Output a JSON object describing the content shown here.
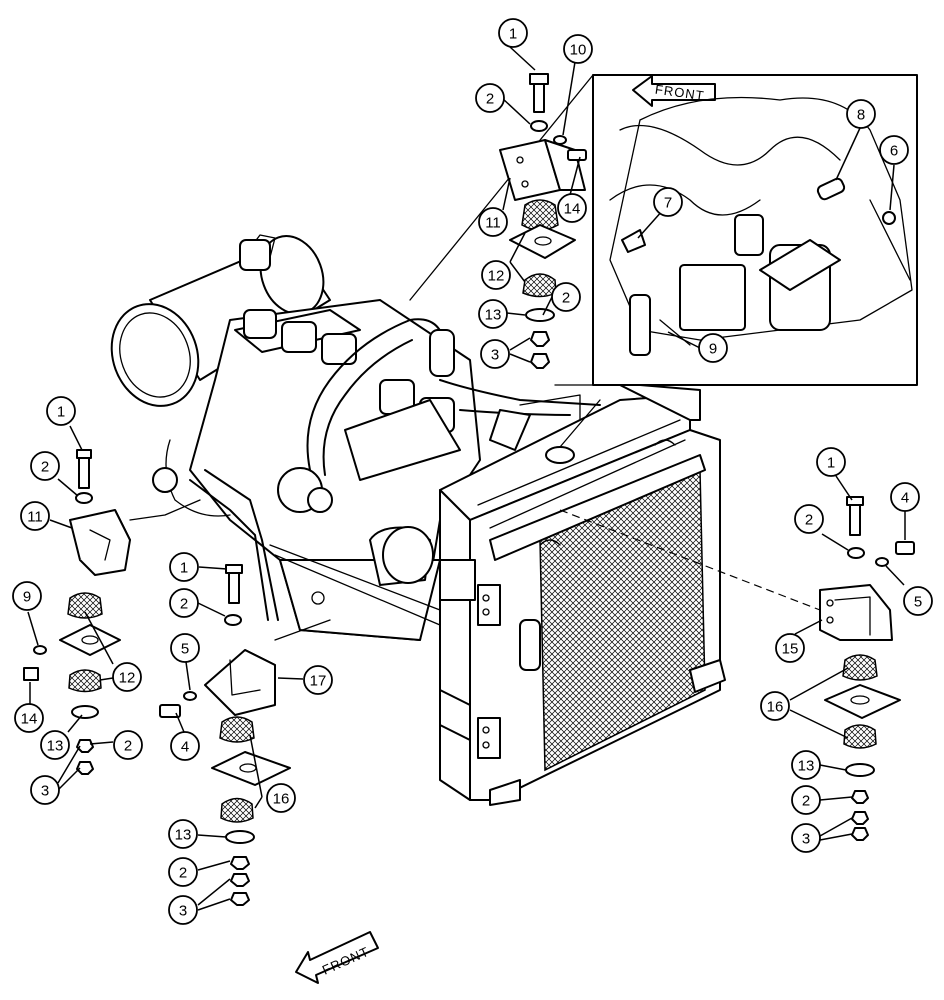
{
  "figure": {
    "front_label_bottom": "FRONT",
    "front_label_inset": "FRONT"
  },
  "callouts": [
    {
      "id": "c1-top",
      "label": "1"
    },
    {
      "id": "c2-top",
      "label": "2"
    },
    {
      "id": "c10-top",
      "label": "10"
    },
    {
      "id": "c11-top",
      "label": "11"
    },
    {
      "id": "c14-top",
      "label": "14"
    },
    {
      "id": "c12-top",
      "label": "12"
    },
    {
      "id": "c13-top",
      "label": "13"
    },
    {
      "id": "c2b-top",
      "label": "2"
    },
    {
      "id": "c3-top",
      "label": "3"
    },
    {
      "id": "c8-inset",
      "label": "8"
    },
    {
      "id": "c6-inset",
      "label": "6"
    },
    {
      "id": "c7-inset",
      "label": "7"
    },
    {
      "id": "c9-inset",
      "label": "9"
    },
    {
      "id": "c1-left",
      "label": "1"
    },
    {
      "id": "c2-left",
      "label": "2"
    },
    {
      "id": "c11-left",
      "label": "11"
    },
    {
      "id": "c9-left",
      "label": "9"
    },
    {
      "id": "c12-left",
      "label": "12"
    },
    {
      "id": "c14-left",
      "label": "14"
    },
    {
      "id": "c13-left",
      "label": "13"
    },
    {
      "id": "c2b-left",
      "label": "2"
    },
    {
      "id": "c3-left",
      "label": "3"
    },
    {
      "id": "c1-mid",
      "label": "1"
    },
    {
      "id": "c2-mid",
      "label": "2"
    },
    {
      "id": "c5-mid",
      "label": "5"
    },
    {
      "id": "c17-mid",
      "label": "17"
    },
    {
      "id": "c4-mid",
      "label": "4"
    },
    {
      "id": "c16-mid",
      "label": "16"
    },
    {
      "id": "c13-mid",
      "label": "13"
    },
    {
      "id": "c2b-mid",
      "label": "2"
    },
    {
      "id": "c3-mid",
      "label": "3"
    },
    {
      "id": "c1-right",
      "label": "1"
    },
    {
      "id": "c4-right",
      "label": "4"
    },
    {
      "id": "c2-right",
      "label": "2"
    },
    {
      "id": "c5-right",
      "label": "5"
    },
    {
      "id": "c15-right",
      "label": "15"
    },
    {
      "id": "c16-right",
      "label": "16"
    },
    {
      "id": "c13-right",
      "label": "13"
    },
    {
      "id": "c2b-right",
      "label": "2"
    },
    {
      "id": "c3-right",
      "label": "3"
    }
  ]
}
